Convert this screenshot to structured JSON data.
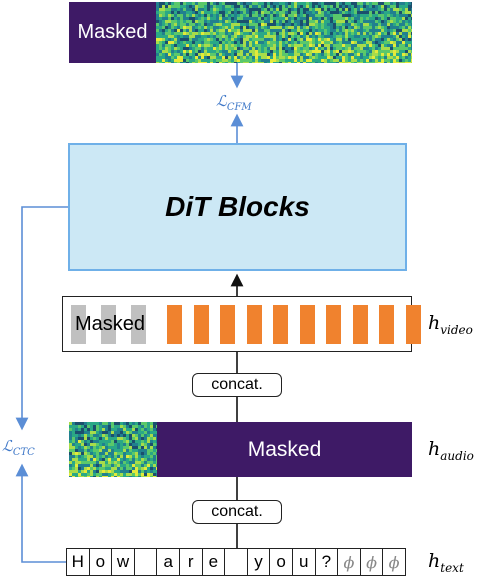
{
  "spectrogram_top": {
    "mask_label": "Masked"
  },
  "loss_cfm": {
    "symbol": "ℒ",
    "subscript": "CFM"
  },
  "dit": {
    "label": "DiT Blocks"
  },
  "video": {
    "mask_label": "Masked",
    "label_main": "h",
    "label_sub": "video"
  },
  "concat_upper": {
    "label": "concat."
  },
  "audio": {
    "mask_label": "Masked",
    "label_main": "h",
    "label_sub": "audio"
  },
  "loss_ctc": {
    "symbol": "ℒ",
    "subscript": "CTC"
  },
  "concat_lower": {
    "label": "concat."
  },
  "text": {
    "tokens": [
      "H",
      "o",
      "w",
      "",
      "a",
      "r",
      "e",
      "",
      "y",
      "o",
      "u",
      "?",
      "ϕ",
      "ϕ",
      "ϕ"
    ],
    "label_main": "h",
    "label_sub": "text"
  },
  "colors": {
    "masked": "#3e1a66",
    "dit_fill": "#cce8f5",
    "dit_border": "#6fb0e8",
    "arrow_blue": "#5b8ed6",
    "video_bar": "#f0822e",
    "video_mask_bar": "#c0c0c0"
  }
}
